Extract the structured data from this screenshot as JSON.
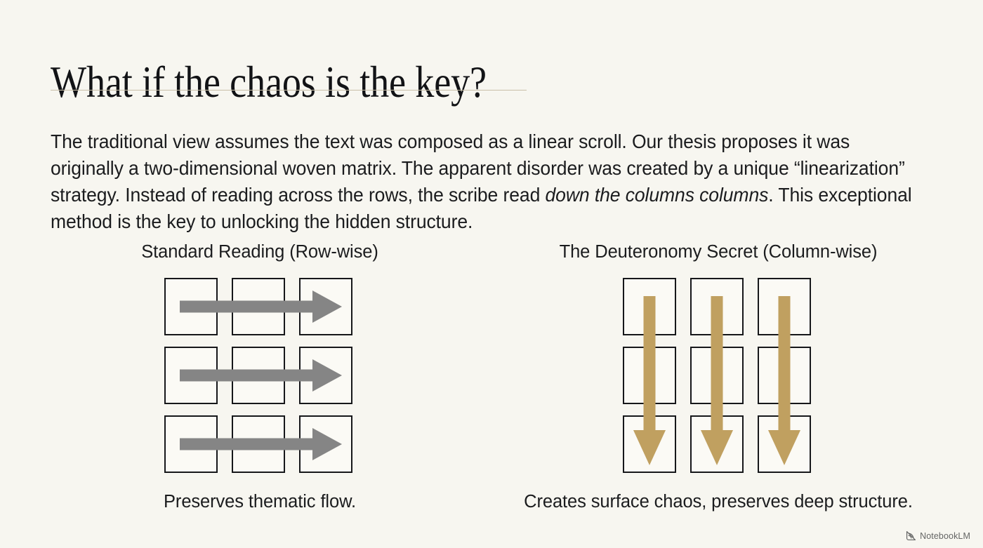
{
  "slide": {
    "title": "What if the chaos is the key?",
    "body": {
      "segment_1": "The traditional view assumes the text was composed as a linear scroll. Our thesis proposes it was originally a two-dimensional woven matrix. The apparent disorder was created by a unique “linearization” strategy. Instead of reading across the rows, the scribe read ",
      "emphasis_1": "down the columns columns",
      "segment_2": ". This exceptional method is the key to unlocking the hidden structure."
    },
    "panels": [
      {
        "heading": "Standard Reading (Row-wise)",
        "caption": "Preserves thematic flow.",
        "arrow_direction": "right",
        "arrow_color": "#858585",
        "arrow_count": 3,
        "grid_rows": 3,
        "grid_columns": 3
      },
      {
        "heading": "The Deuteronomy Secret (Column-wise)",
        "caption": "Creates surface chaos, preserves deep structure.",
        "arrow_direction": "down",
        "arrow_color": "#c0a060",
        "arrow_count": 3,
        "grid_rows": 3,
        "grid_columns": 3
      }
    ],
    "watermark": {
      "label": "NotebookLM",
      "icon": "notebooklm-spiral-icon"
    },
    "colors": {
      "background": "#f7f6f0",
      "cell_fill": "#fbfaf5",
      "cell_border": "#16171a",
      "rule": "#c9bfa8",
      "text": "#1b1c1e",
      "arrow_gray": "#858585",
      "arrow_gold": "#c0a060"
    }
  }
}
